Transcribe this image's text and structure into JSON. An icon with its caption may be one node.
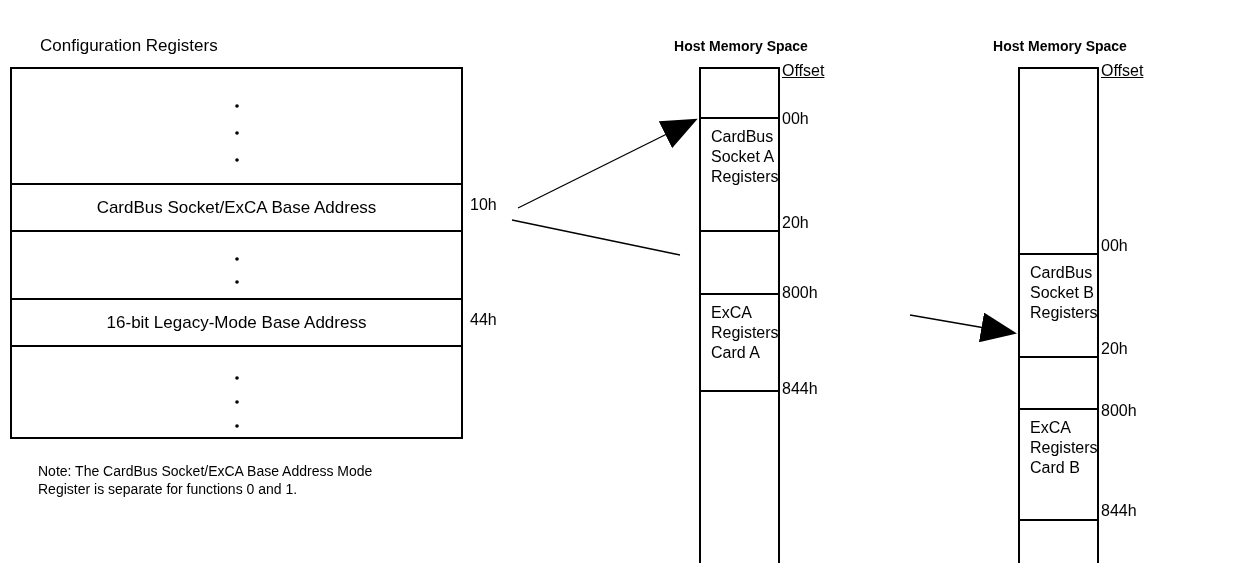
{
  "diagram": {
    "title": "Configuration Registers",
    "nodes": [
      {
        "text": [
          "CardBus Socket/ExCA Base Address"
        ],
        "beside": [
          "10h"
        ]
      },
      {
        "text": [
          "16-bit Legacy-Mode Base Address"
        ],
        "beside": [
          "44h"
        ]
      },
      {
        "text": [
          "Host Memory Space"
        ]
      },
      {
        "text": [
          "CardBus Socket A Registers"
        ],
        "in": 2
      },
      {
        "text": [
          "ExCA Registers Card A"
        ],
        "in": 2
      },
      {
        "text": [
          "Host Memory Space"
        ]
      },
      {
        "text": [
          "CardBus Socket B Registers"
        ],
        "in": 5
      },
      {
        "text": [
          "ExCA Registers Card B"
        ],
        "in": 5
      }
    ],
    "edges": [
      {
        "from": 0,
        "to": 3,
        "arrow": "to"
      },
      {
        "from": 0,
        "to": null,
        "arrow": "none"
      },
      {
        "from": null,
        "to": 6,
        "arrow": "to"
      }
    ],
    "labels": [
      "Offset",
      "00h",
      "20h",
      "800h",
      "844h",
      "Offset",
      "00h",
      "20h",
      "800h",
      "844h",
      "Note: The CardBus Socket/ExCA Base Address Mode Register is separate for functions 0 and 1."
    ]
  }
}
